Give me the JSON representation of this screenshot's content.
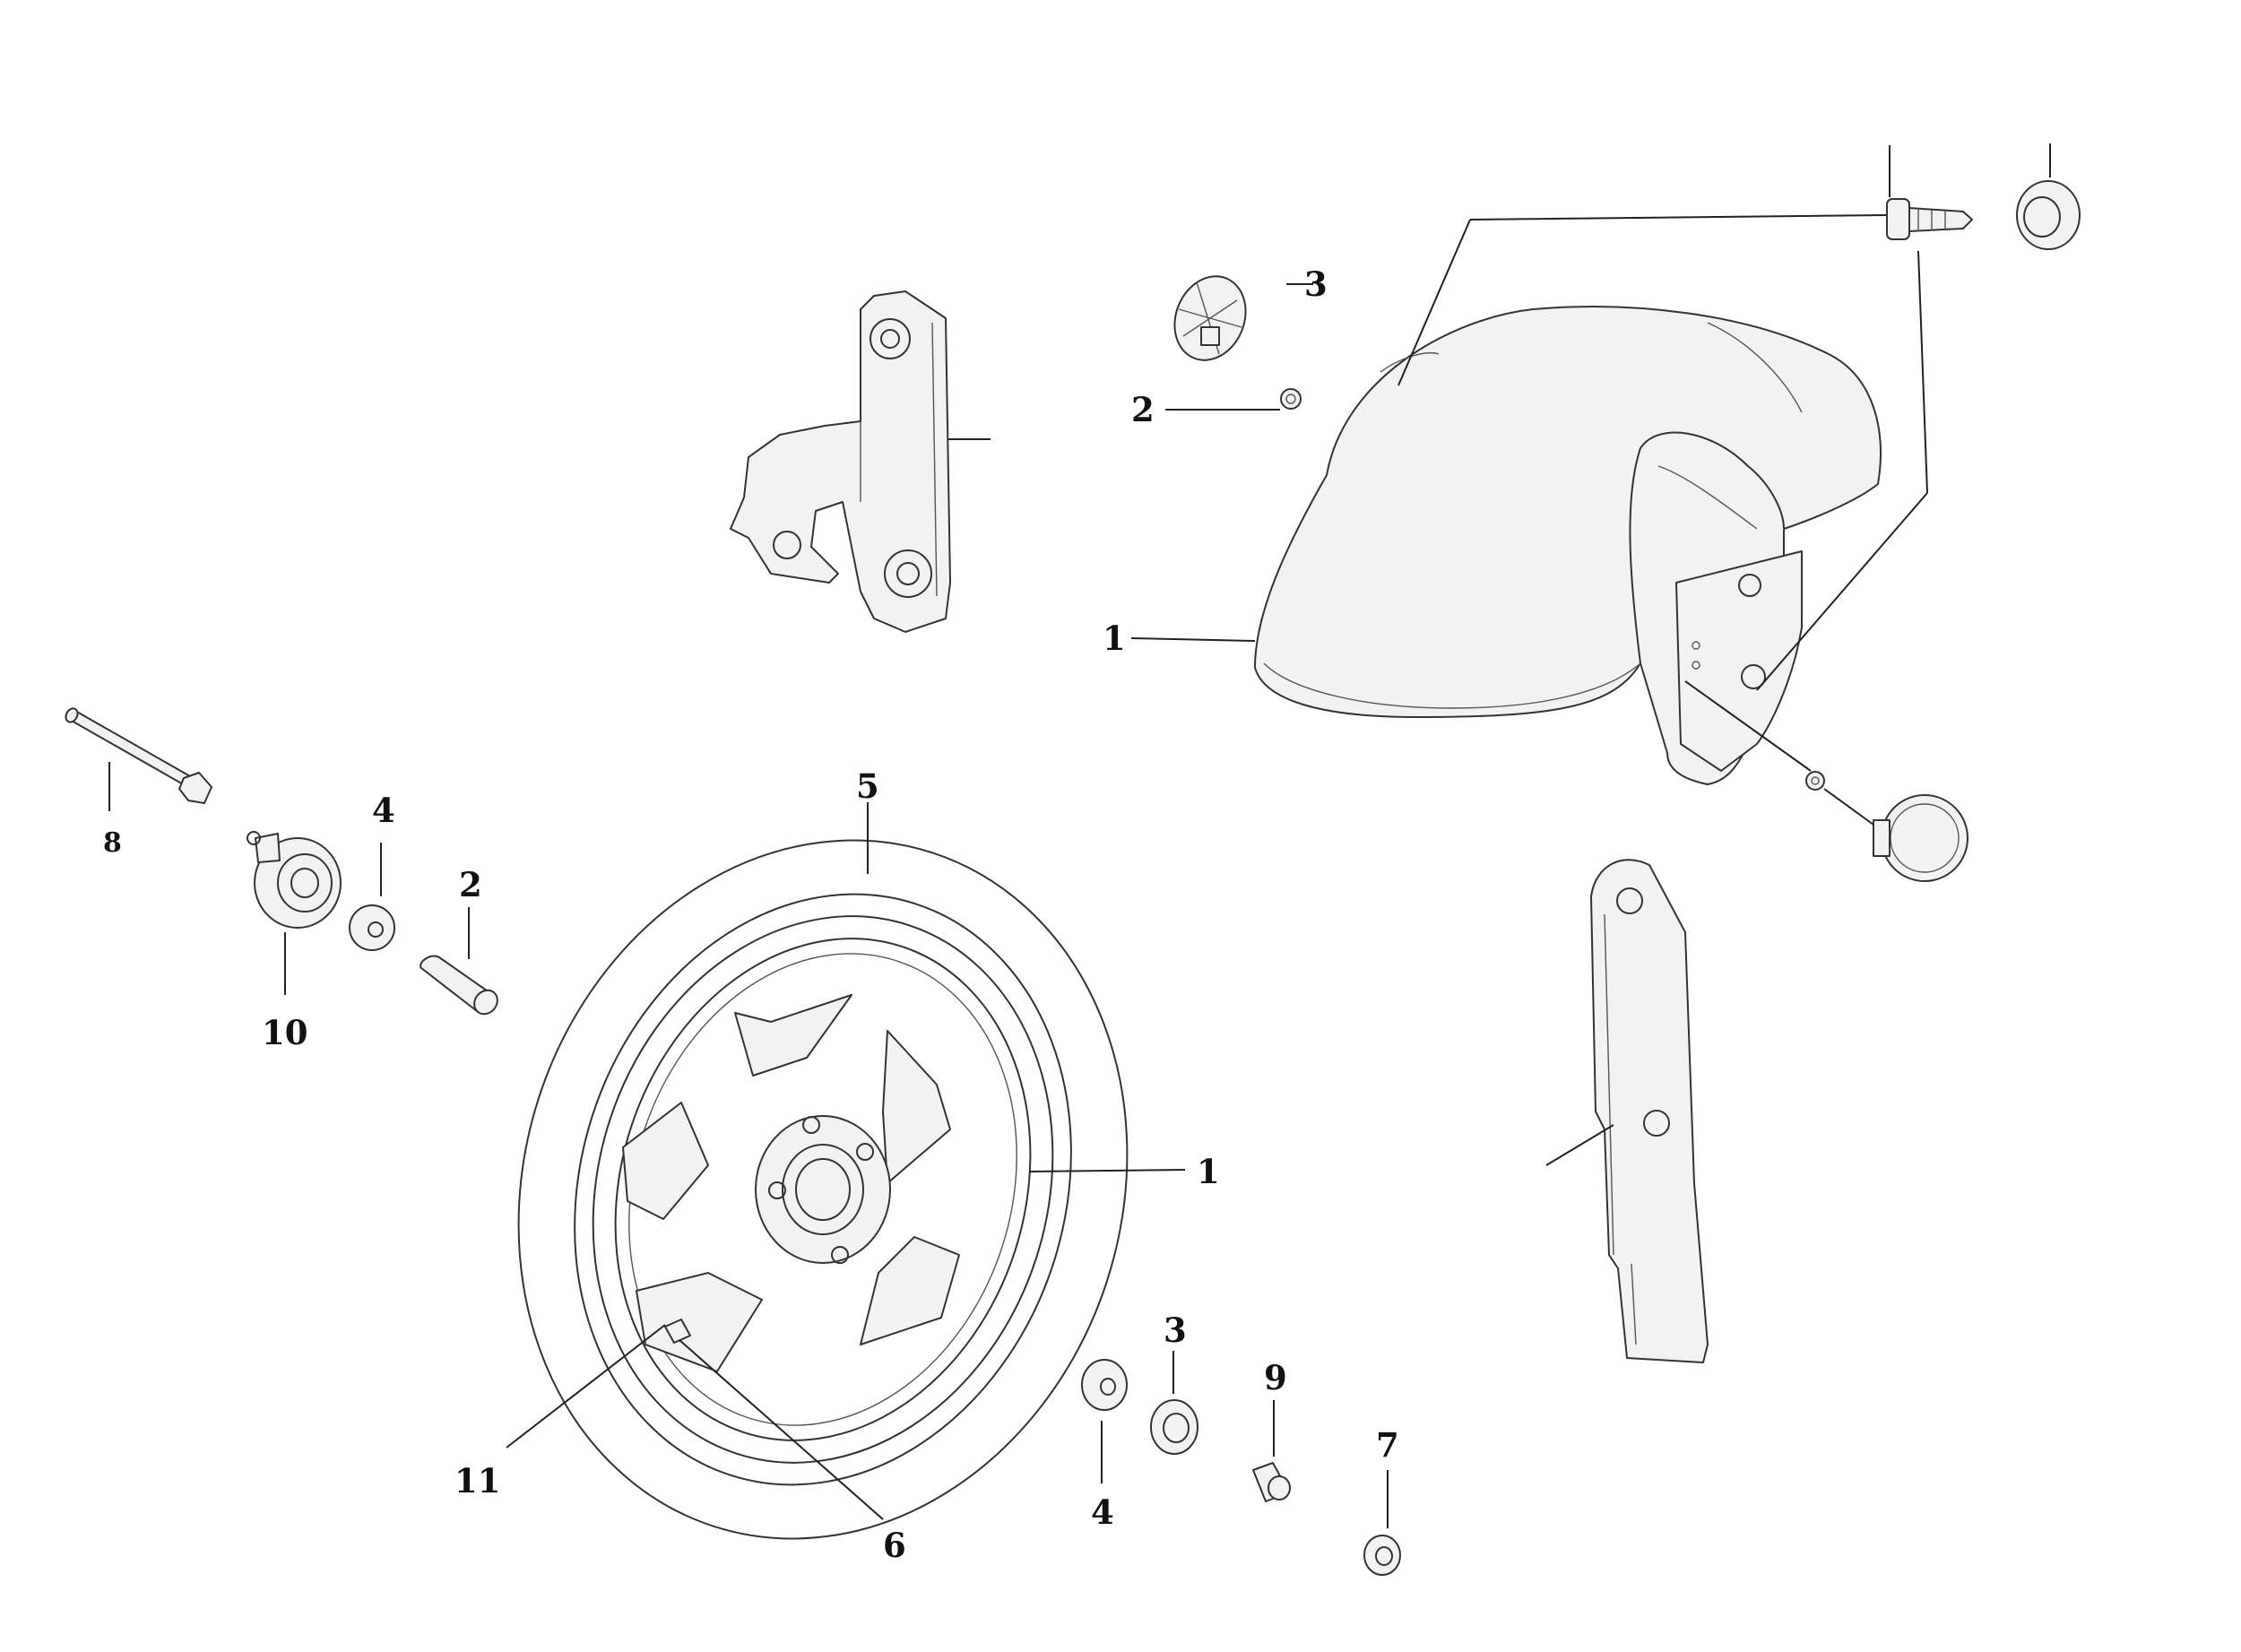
{
  "callouts": {
    "fender_screw": "3",
    "fender_nut": "2",
    "front_fender": "1",
    "axle_bolt": "8",
    "spacer_left": "4",
    "axle_sleeve": "2",
    "speedo_drive": "10",
    "tire": "5",
    "wheel_rim": "1",
    "wheel_weight": "11",
    "valve": "6",
    "spacer_right": "4",
    "bearing": "3",
    "collar": "9",
    "axle_nut": "7"
  }
}
